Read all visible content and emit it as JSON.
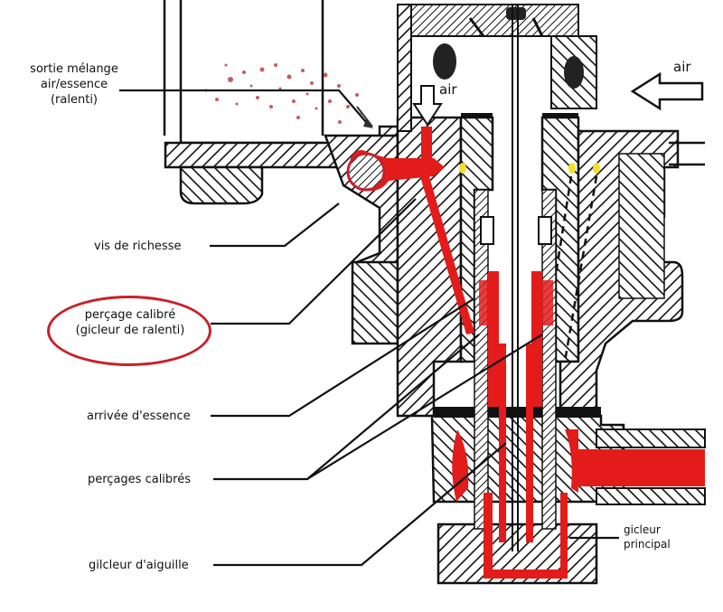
{
  "title": "Carburateur — circuit de ralenti",
  "labels": {
    "sortie_melange": [
      "sortie mélange",
      "air/essence",
      "(ralenti)"
    ],
    "vis_richesse": "vis de richesse",
    "percage_calibre": [
      "perçage calibré",
      "(gicleur de ralenti)"
    ],
    "arrivee_essence": "arrivée d'essence",
    "percages_calibres": "perçages calibrés",
    "gicleur_aiguille": "gilcleur d'aiguille",
    "gicleur_principal": [
      "gicleur",
      "principal"
    ],
    "air_top": "air",
    "air_right": "air"
  },
  "colors": {
    "fuel": "#e31b1b",
    "highlight_ellipse": "#c8202a",
    "ink": "#111111",
    "dots": "#f2e02a"
  },
  "highlighted_label": "percage_calibre"
}
